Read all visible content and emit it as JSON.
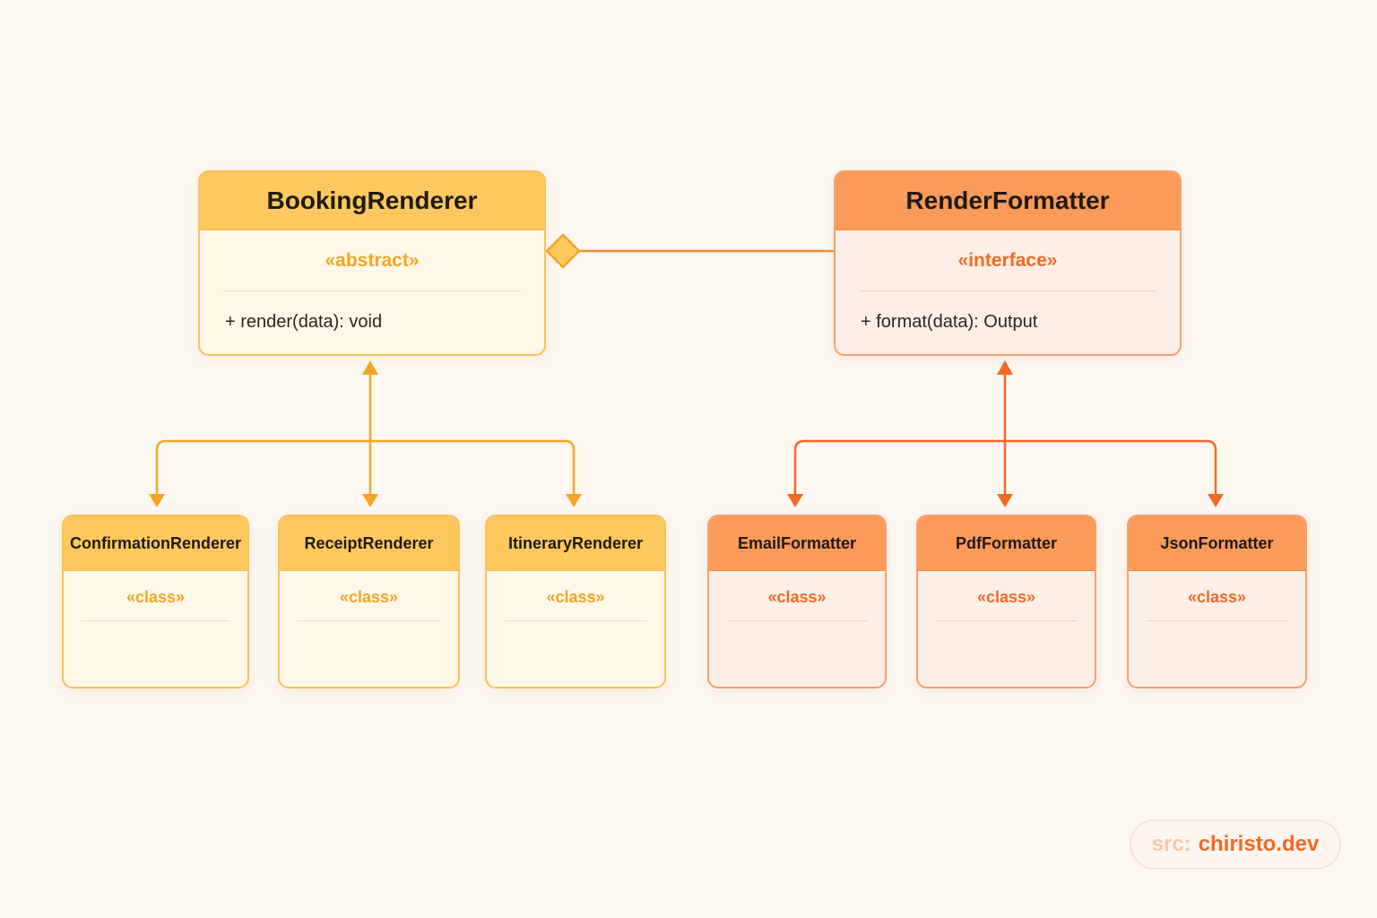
{
  "colors": {
    "yellow_accent": "#f5a623",
    "orange_accent": "#f26a24",
    "background": "#fdf7f2"
  },
  "parents": {
    "booking": {
      "name": "BookingRenderer",
      "stereotype": "«abstract»",
      "method": "+ render(data): void"
    },
    "formatter": {
      "name": "RenderFormatter",
      "stereotype": "«interface»",
      "method": "+ format(data): Output"
    }
  },
  "children": [
    {
      "name": "ConfirmationRenderer",
      "stereotype": "«class»"
    },
    {
      "name": "ReceiptRenderer",
      "stereotype": "«class»"
    },
    {
      "name": "ItineraryRenderer",
      "stereotype": "«class»"
    },
    {
      "name": "EmailFormatter",
      "stereotype": "«class»"
    },
    {
      "name": "PdfFormatter",
      "stereotype": "«class»"
    },
    {
      "name": "JsonFormatter",
      "stereotype": "«class»"
    }
  ],
  "source": {
    "label": "src:",
    "value": "chiristo.dev"
  }
}
